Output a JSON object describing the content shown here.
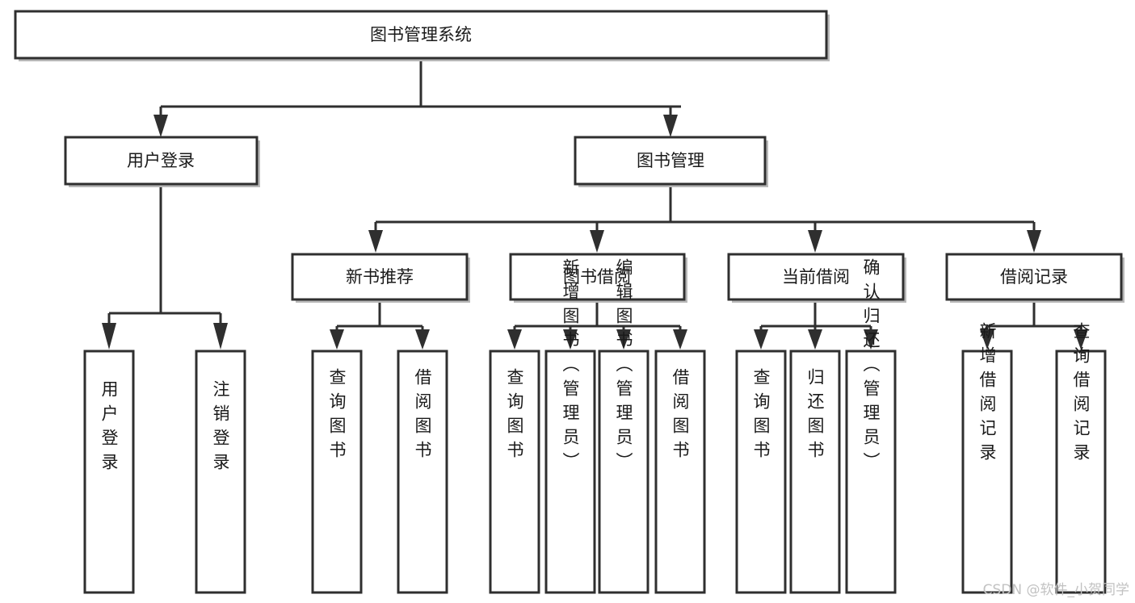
{
  "diagram": {
    "title": "图书管理系统",
    "type": "hierarchy-tree",
    "orientation": "top-down",
    "levels": 4,
    "colors": {
      "box_fill": "#ffffff",
      "box_stroke": "#2f2f2f",
      "shadow": "#b8b8b8",
      "text": "#1a1a1a",
      "watermark": "#c2c2c2",
      "background": "#ffffff"
    },
    "root": {
      "id": "root",
      "label": "图书管理系统",
      "orientation": "horizontal"
    },
    "level2": [
      {
        "id": "user-login",
        "label": "用户登录",
        "orientation": "horizontal"
      },
      {
        "id": "book-manage",
        "label": "图书管理",
        "orientation": "horizontal"
      }
    ],
    "level3": [
      {
        "id": "new-book-rec",
        "label": "新书推荐",
        "orientation": "horizontal",
        "parent": "book-manage"
      },
      {
        "id": "book-borrow",
        "label": "图书借阅",
        "orientation": "horizontal",
        "parent": "book-manage"
      },
      {
        "id": "current-borrow",
        "label": "当前借阅",
        "orientation": "horizontal",
        "parent": "book-manage"
      },
      {
        "id": "borrow-record",
        "label": "借阅记录",
        "orientation": "horizontal",
        "parent": "book-manage"
      }
    ],
    "leaves": [
      {
        "id": "leaf-user-login",
        "label": "用户登录",
        "parent": "user-login",
        "orientation": "vertical"
      },
      {
        "id": "leaf-user-logout",
        "label": "注销登录",
        "parent": "user-login",
        "orientation": "vertical"
      },
      {
        "id": "leaf-query-book-1",
        "label": "查询图书",
        "parent": "new-book-rec",
        "orientation": "vertical"
      },
      {
        "id": "leaf-borrow-book-1",
        "label": "借阅图书",
        "parent": "new-book-rec",
        "orientation": "vertical"
      },
      {
        "id": "leaf-query-book-2",
        "label": "查询图书",
        "parent": "book-borrow",
        "orientation": "vertical"
      },
      {
        "id": "leaf-add-book",
        "label": "新增图书（管理员）",
        "parent": "book-borrow",
        "orientation": "vertical"
      },
      {
        "id": "leaf-edit-book",
        "label": "编辑图书（管理员）",
        "parent": "book-borrow",
        "orientation": "vertical"
      },
      {
        "id": "leaf-borrow-book-2",
        "label": "借阅图书",
        "parent": "book-borrow",
        "orientation": "vertical"
      },
      {
        "id": "leaf-query-book-3",
        "label": "查询图书",
        "parent": "current-borrow",
        "orientation": "vertical"
      },
      {
        "id": "leaf-return-book",
        "label": "归还图书",
        "parent": "current-borrow",
        "orientation": "vertical"
      },
      {
        "id": "leaf-confirm-return",
        "label": "确认归还（管理员）",
        "parent": "current-borrow",
        "orientation": "vertical"
      },
      {
        "id": "leaf-add-record",
        "label": "新增借阅记录",
        "parent": "borrow-record",
        "orientation": "vertical"
      },
      {
        "id": "leaf-query-record",
        "label": "查询借阅记录",
        "parent": "borrow-record",
        "orientation": "vertical"
      }
    ]
  },
  "watermark": {
    "text": "CSDN @软件_小贺同学"
  }
}
